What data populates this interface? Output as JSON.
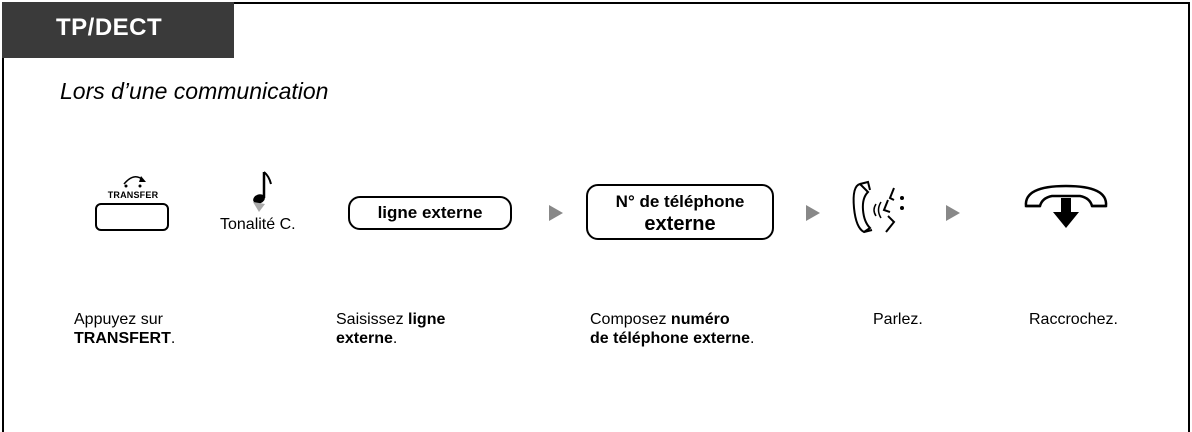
{
  "tab": {
    "title": "TP/DECT"
  },
  "subtitle": "Lors d’une communication",
  "transfer_key": {
    "label": "TRANSFER"
  },
  "tone": {
    "label": "Tonalité C."
  },
  "external_line_box": {
    "label": "ligne externe"
  },
  "phone_number_box": {
    "line1": "N° de téléphone",
    "line2": "externe"
  },
  "steps": {
    "press": {
      "pre": "Appuyez sur",
      "bold": "TRANSFERT",
      "post": "."
    },
    "enter": {
      "pre": "Saisissez ",
      "bold1": "ligne",
      "bold2": "externe",
      "post": "."
    },
    "dial": {
      "pre": "Composez ",
      "bold1": "numéro",
      "bold2": "de téléphone externe",
      "post": "."
    },
    "talk": "Parlez.",
    "hangup": "Raccrochez."
  },
  "icons": {
    "transfer": "transfer-key-icon",
    "tone": "music-note-icon",
    "talk": "handset-talking-icon",
    "hangup": "on-hook-icon",
    "arrow": "right-triangle-arrow"
  },
  "colors": {
    "tab_bg": "#3a3a3a",
    "arrow": "#888888"
  }
}
